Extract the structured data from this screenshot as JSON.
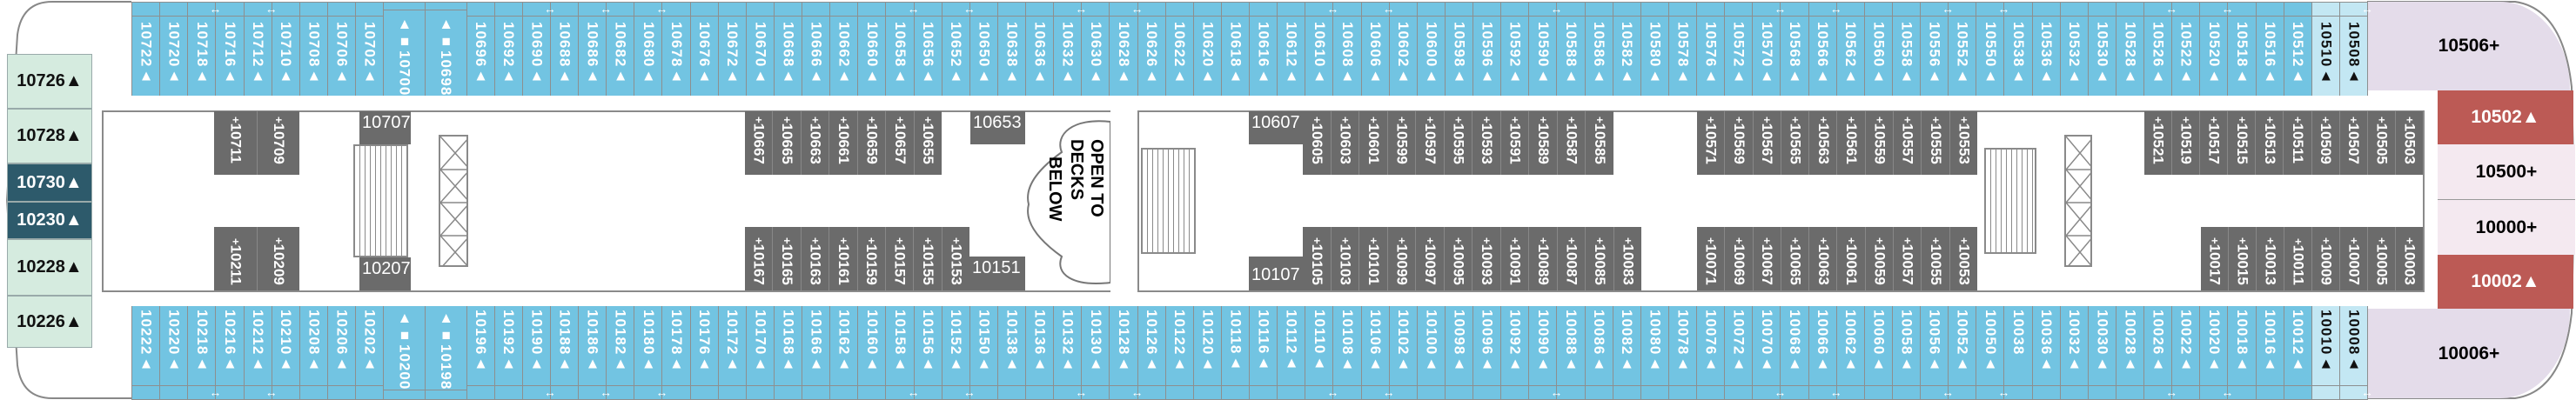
{
  "colors": {
    "cabin_blue": "#72c4e2",
    "cabin_light_blue": "#c3e7f3",
    "interior_gray": "#6b6b6b",
    "green": "#d5ebdf",
    "teal": "#2d5a6b",
    "red": "#bc5a55",
    "lavender": "#e4dcea",
    "pink": "#f4e9f0"
  },
  "symbols": {
    "link": "↔"
  },
  "top_row": [
    {
      "n": "10722▲"
    },
    {
      "n": "10720▲"
    },
    {
      "n": "10718▲",
      "link": true
    },
    {
      "n": "10716▲"
    },
    {
      "n": "10712▲",
      "link": true
    },
    {
      "n": "10710▲"
    },
    {
      "n": "10708▲"
    },
    {
      "n": "10706▲"
    },
    {
      "n": "10702▲"
    },
    {
      "n": "▲■10700",
      "wide": true
    },
    {
      "n": "▲■10698",
      "wide": true
    },
    {
      "n": "10696▲"
    },
    {
      "n": "10692▲"
    },
    {
      "n": "10690▲",
      "link": true
    },
    {
      "n": "10688▲"
    },
    {
      "n": "10686▲",
      "link": true
    },
    {
      "n": "10682▲"
    },
    {
      "n": "10680▲",
      "link": true
    },
    {
      "n": "10678▲"
    },
    {
      "n": "10676▲"
    },
    {
      "n": "10672▲"
    },
    {
      "n": "10670▲"
    },
    {
      "n": "10668▲"
    },
    {
      "n": "10666▲"
    },
    {
      "n": "10662▲"
    },
    {
      "n": "10660▲"
    },
    {
      "n": "10658▲",
      "link": true
    },
    {
      "n": "10656▲"
    },
    {
      "n": "10652▲",
      "link": true
    },
    {
      "n": "10650▲"
    },
    {
      "n": "10638▲"
    },
    {
      "n": "10636▲"
    },
    {
      "n": "10632▲",
      "link": true
    },
    {
      "n": "10630▲"
    },
    {
      "n": "10628▲",
      "link": true
    },
    {
      "n": "10626▲"
    },
    {
      "n": "10622▲"
    },
    {
      "n": "10620▲"
    },
    {
      "n": "10618▲"
    },
    {
      "n": "10616▲"
    },
    {
      "n": "10612▲"
    },
    {
      "n": "10610▲",
      "link": true
    },
    {
      "n": "10608▲"
    },
    {
      "n": "10606▲",
      "link": true
    },
    {
      "n": "10602▲"
    },
    {
      "n": "10600▲"
    },
    {
      "n": "10598▲"
    },
    {
      "n": "10596▲"
    },
    {
      "n": "10592▲"
    },
    {
      "n": "10590▲",
      "link": true
    },
    {
      "n": "10588▲"
    },
    {
      "n": "10586▲"
    },
    {
      "n": "10582▲"
    },
    {
      "n": "10580▲"
    },
    {
      "n": "10578▲"
    },
    {
      "n": "10576▲"
    },
    {
      "n": "10572▲"
    },
    {
      "n": "10570▲",
      "link": true
    },
    {
      "n": "10568▲"
    },
    {
      "n": "10566▲",
      "link": true
    },
    {
      "n": "10562▲"
    },
    {
      "n": "10560▲"
    },
    {
      "n": "10558▲"
    },
    {
      "n": "10556▲",
      "link": true
    },
    {
      "n": "10552▲"
    },
    {
      "n": "10550▲",
      "link": true
    },
    {
      "n": "10538▲"
    },
    {
      "n": "10536▲"
    },
    {
      "n": "10532▲"
    },
    {
      "n": "10530▲"
    },
    {
      "n": "10528▲"
    },
    {
      "n": "10526▲",
      "link": true
    },
    {
      "n": "10522▲"
    },
    {
      "n": "10520▲",
      "link": true
    },
    {
      "n": "10518▲"
    },
    {
      "n": "10516▲"
    },
    {
      "n": "10512▲"
    },
    {
      "n": "10510▲",
      "light": true
    },
    {
      "n": "10508▲",
      "light": true,
      "link": true
    }
  ],
  "bottom_row": [
    {
      "n": "10222▲"
    },
    {
      "n": "10220▲"
    },
    {
      "n": "10218▲",
      "link": true
    },
    {
      "n": "10216▲"
    },
    {
      "n": "10212▲",
      "link": true
    },
    {
      "n": "10210▲"
    },
    {
      "n": "10208▲"
    },
    {
      "n": "10206▲"
    },
    {
      "n": "10202▲"
    },
    {
      "n": "▲■10200",
      "wide": true
    },
    {
      "n": "▲■10198",
      "wide": true
    },
    {
      "n": "10196▲"
    },
    {
      "n": "10192▲"
    },
    {
      "n": "10190▲",
      "link": true
    },
    {
      "n": "10188▲"
    },
    {
      "n": "10186▲",
      "link": true
    },
    {
      "n": "10182▲"
    },
    {
      "n": "10180▲",
      "link": true
    },
    {
      "n": "10178▲"
    },
    {
      "n": "10176▲"
    },
    {
      "n": "10172▲"
    },
    {
      "n": "10170▲"
    },
    {
      "n": "10168▲"
    },
    {
      "n": "10166▲"
    },
    {
      "n": "10162▲"
    },
    {
      "n": "10160▲"
    },
    {
      "n": "10158▲",
      "link": true
    },
    {
      "n": "10156▲"
    },
    {
      "n": "10152▲",
      "link": true
    },
    {
      "n": "10150▲"
    },
    {
      "n": "10138▲"
    },
    {
      "n": "10136▲"
    },
    {
      "n": "10132▲",
      "link": true
    },
    {
      "n": "10130▲"
    },
    {
      "n": "10128▲",
      "link": true
    },
    {
      "n": "10126▲"
    },
    {
      "n": "10122▲"
    },
    {
      "n": "10120▲"
    },
    {
      "n": "10118▲"
    },
    {
      "n": "10116▲"
    },
    {
      "n": "10112▲"
    },
    {
      "n": "10110▲",
      "link": true
    },
    {
      "n": "10108▲"
    },
    {
      "n": "10106▲",
      "link": true
    },
    {
      "n": "10102▲"
    },
    {
      "n": "10100▲"
    },
    {
      "n": "10098▲"
    },
    {
      "n": "10096▲"
    },
    {
      "n": "10092▲"
    },
    {
      "n": "10090▲",
      "link": true
    },
    {
      "n": "10088▲"
    },
    {
      "n": "10086▲"
    },
    {
      "n": "10082▲"
    },
    {
      "n": "10080▲"
    },
    {
      "n": "10078▲"
    },
    {
      "n": "10076▲"
    },
    {
      "n": "10072▲"
    },
    {
      "n": "10070▲",
      "link": true
    },
    {
      "n": "10068▲"
    },
    {
      "n": "10066▲",
      "link": true
    },
    {
      "n": "10062▲"
    },
    {
      "n": "10060▲"
    },
    {
      "n": "10058▲"
    },
    {
      "n": "10056▲",
      "link": true
    },
    {
      "n": "10052▲"
    },
    {
      "n": "10050▲",
      "link": true
    },
    {
      "n": "10038"
    },
    {
      "n": "10036▲"
    },
    {
      "n": "10032▲"
    },
    {
      "n": "10030▲"
    },
    {
      "n": "10028▲"
    },
    {
      "n": "10026▲",
      "link": true
    },
    {
      "n": "10022▲"
    },
    {
      "n": "10020▲",
      "link": true
    },
    {
      "n": "10018▲"
    },
    {
      "n": "10016▲"
    },
    {
      "n": "10012▲"
    },
    {
      "n": "10010▲",
      "light": true
    },
    {
      "n": "10008▲",
      "light": true,
      "link": true
    }
  ],
  "aft_cabins": [
    "10726▲",
    "10728▲",
    "10730▲",
    "10230▲",
    "10228▲",
    "10226▲"
  ],
  "interior": {
    "upper_aft": [
      "10711",
      "10709"
    ],
    "lower_aft": [
      "10211",
      "10209"
    ],
    "box_10707": "10707",
    "box_10207": "10207",
    "upper_mid": [
      "10667",
      "10665",
      "10663",
      "10661",
      "10659",
      "10657",
      "10655"
    ],
    "box_10653": "10653",
    "lower_mid": [
      "10167",
      "10165",
      "10163",
      "10161",
      "10159",
      "10157",
      "10155",
      "10153"
    ],
    "box_10151": "10151",
    "open_line1": "OPEN TO DECKS",
    "open_line2": "BELOW",
    "box_10607": "10607",
    "upper_c": [
      "10605",
      "10603",
      "10601",
      "10599",
      "10597",
      "10595",
      "10593",
      "10591",
      "10589",
      "10587",
      "10585"
    ],
    "box_10107": "10107",
    "lower_c": [
      "10105",
      "10103",
      "10101",
      "10099",
      "10097",
      "10095",
      "10093",
      "10091",
      "10089",
      "10087",
      "10085",
      "10083"
    ],
    "upper_d": [
      "10571",
      "10569",
      "10567",
      "10565",
      "10563",
      "10561",
      "10559",
      "10557",
      "10555",
      "10553"
    ],
    "lower_d": [
      "10071",
      "10069",
      "10067",
      "10065",
      "10063",
      "10061",
      "10059",
      "10057",
      "10055",
      "10053"
    ],
    "upper_fwd": [
      "10521",
      "10519",
      "10517",
      "10515",
      "10513",
      "10511",
      "10509",
      "10507",
      "10505",
      "10503"
    ],
    "lower_fwd": [
      "10017",
      "10015",
      "10013",
      "10011",
      "10009",
      "10007",
      "10005",
      "10003"
    ]
  },
  "bow": {
    "top": "10506+",
    "red_top": "10502▲",
    "mid_top": "10500+",
    "mid_bottom": "10000+",
    "red_bottom": "10002▲",
    "bottom": "10006+"
  }
}
